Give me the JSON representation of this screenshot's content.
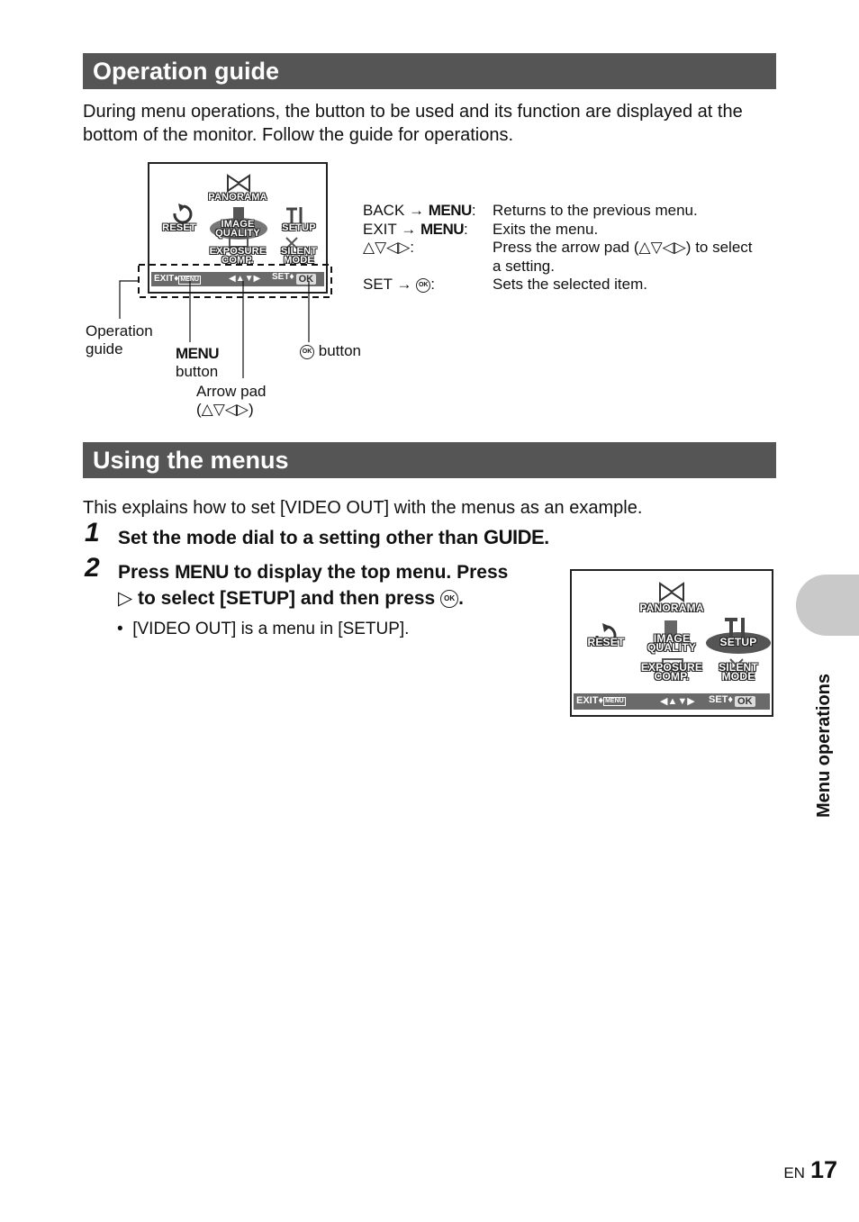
{
  "section1": {
    "title": "Operation guide",
    "intro": "During menu operations, the button to be used and its function are displayed at the bottom of the monitor. Follow the guide for operations."
  },
  "lcd_menu": {
    "panorama": "PANORAMA",
    "reset": "RESET",
    "image_quality": "IMAGE\nQUALITY",
    "setup": "SETUP",
    "exposure_comp": "EXPOSURE\nCOMP.",
    "silent_mode": "SILENT\nMODE",
    "guide_exit": "EXIT",
    "guide_menu": "MENU",
    "guide_set": "SET",
    "guide_ok": "OK"
  },
  "callouts": {
    "operation_guide": "Operation\nguide",
    "menu_word": "MENU",
    "menu_button": "button",
    "ok_button": "button",
    "arrow_pad": "Arrow pad",
    "ok_symbol": "OK"
  },
  "definitions": [
    {
      "term_prefix": "BACK → ",
      "term_key": "MENU",
      "term_suffix": ":",
      "desc": "Returns to the previous menu."
    },
    {
      "term_prefix": "EXIT → ",
      "term_key": "MENU",
      "term_suffix": ":",
      "desc": "Exits the menu."
    },
    {
      "term_prefix": "",
      "term_key": "△▽◁▷",
      "term_suffix": ":",
      "desc": "Press the arrow pad (△▽◁▷) to select a setting."
    },
    {
      "term_prefix": "SET → ",
      "term_key": "OK",
      "term_suffix": ":",
      "desc": "Sets the selected item."
    }
  ],
  "section2": {
    "title": "Using the menus",
    "intro": "This explains how to set [VIDEO OUT] with the menus as an example."
  },
  "steps": [
    {
      "num": "1",
      "text": "Set the mode dial to a setting other than",
      "icon_word": "GUIDE",
      "end": "."
    },
    {
      "num": "2",
      "line1_a": "Press",
      "line1_key": "MENU",
      "line1_b": "to display the top menu. Press",
      "line2_arrow": "▷",
      "line2_b": "to select [SETUP] and then press",
      "line2_end": ".",
      "ok": "OK"
    }
  ],
  "bullet": "[VIDEO OUT] is a menu in [SETUP].",
  "side_tab": "Menu operations",
  "footer": {
    "lang": "EN",
    "page": "17"
  }
}
